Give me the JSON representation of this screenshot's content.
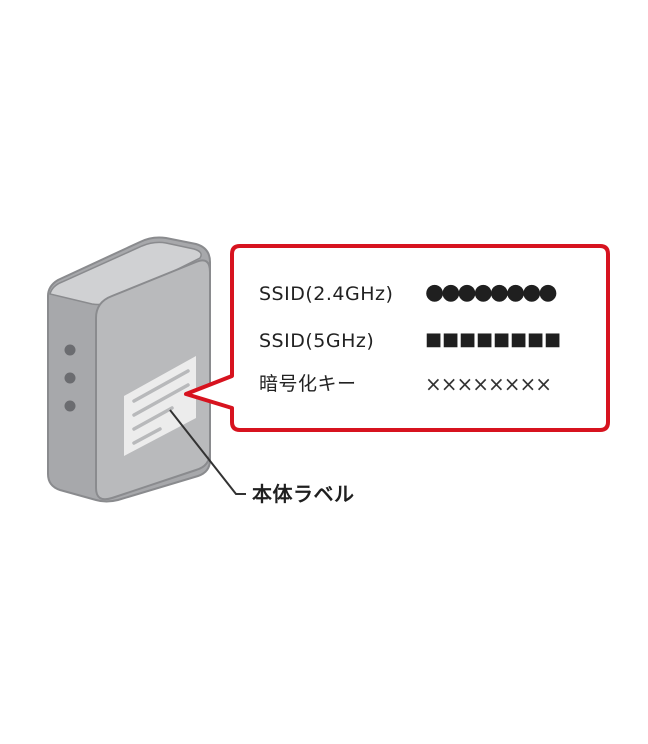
{
  "callout": {
    "rows": [
      {
        "label": "SSID(2.4GHz)",
        "value": "●●●●●●●●"
      },
      {
        "label": "SSID(5GHz)",
        "value": "■■■■■■■■"
      },
      {
        "label": "暗号化キー",
        "value": "××××××××"
      }
    ]
  },
  "device": {
    "label": "本体ラベル"
  },
  "colors": {
    "callout_border": "#d7131f",
    "device_front": "#b9b9bb",
    "device_side": "#9fa0a3",
    "device_top": "#cfd0d2",
    "device_outline": "#8a8b8e",
    "sticker": "#ececec",
    "sticker_lines": "#b8b9bb",
    "leds": "#6b6c70"
  }
}
